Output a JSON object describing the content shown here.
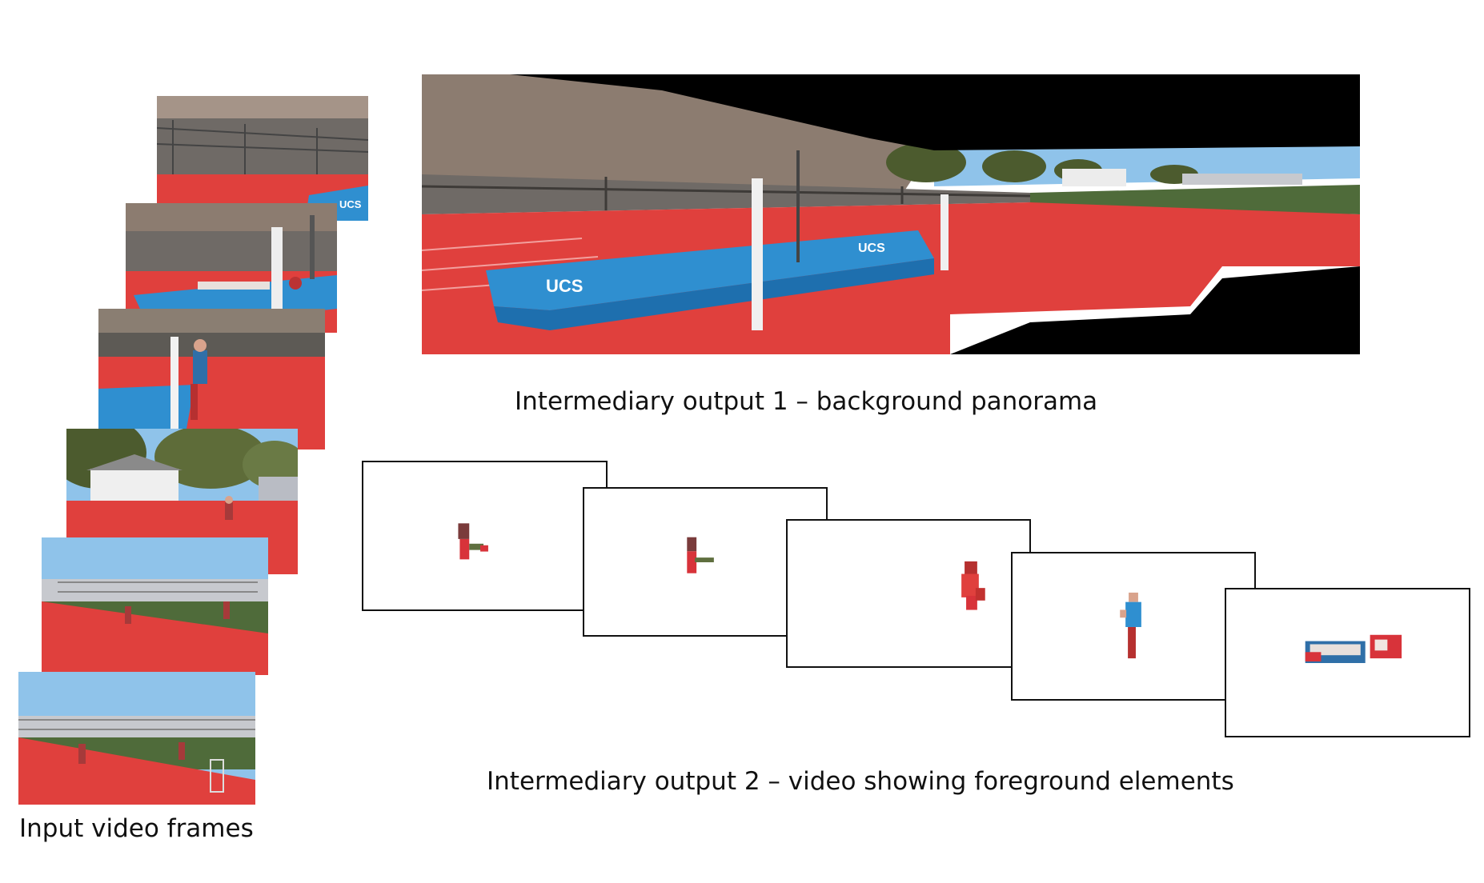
{
  "captions": {
    "input": "Input video frames",
    "panorama": "Intermediary output 1 – background panorama",
    "foreground": "Intermediary output 2 – video showing foreground elements"
  },
  "mat_logo": "UCS",
  "colors": {
    "track": "#e0403d",
    "mat": "#2f8fd0",
    "grass": "#4f6b3a",
    "sky": "#8fc3ea",
    "stands": "#c7c9ce",
    "hillside": "#8c7c70",
    "black": "#000000"
  }
}
